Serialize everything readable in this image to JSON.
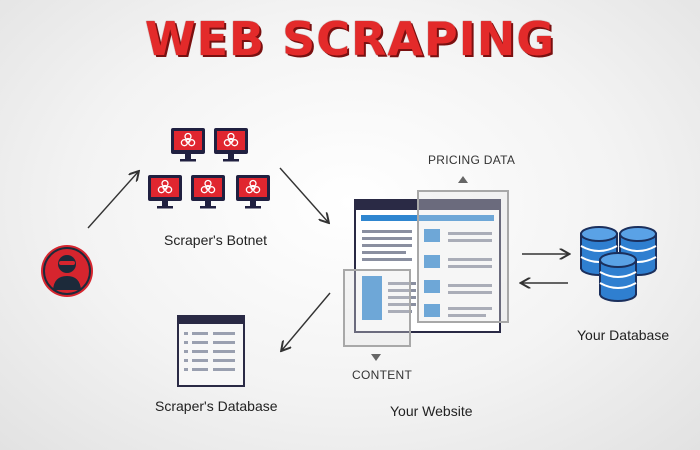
{
  "title": "WEB SCRAPING",
  "labels": {
    "botnet": "Scraper's Botnet",
    "scraper_db": "Scraper's Database",
    "website": "Your Website",
    "your_db": "Your Database",
    "pricing": "PRICING DATA",
    "content": "CONTENT"
  },
  "colors": {
    "title_red": "#e32a2a",
    "monitor_red": "#e0262f",
    "monitor_frame": "#202040",
    "site_blue": "#2f86d0",
    "db_blue": "#2f7fd0",
    "arrow": "#333333"
  },
  "icons": {
    "hacker": "hacker-avatar-icon",
    "monitor": "biohazard-monitor-icon",
    "database": "database-cylinder-icon",
    "list_db": "list-database-icon",
    "website": "browser-window-icon"
  }
}
